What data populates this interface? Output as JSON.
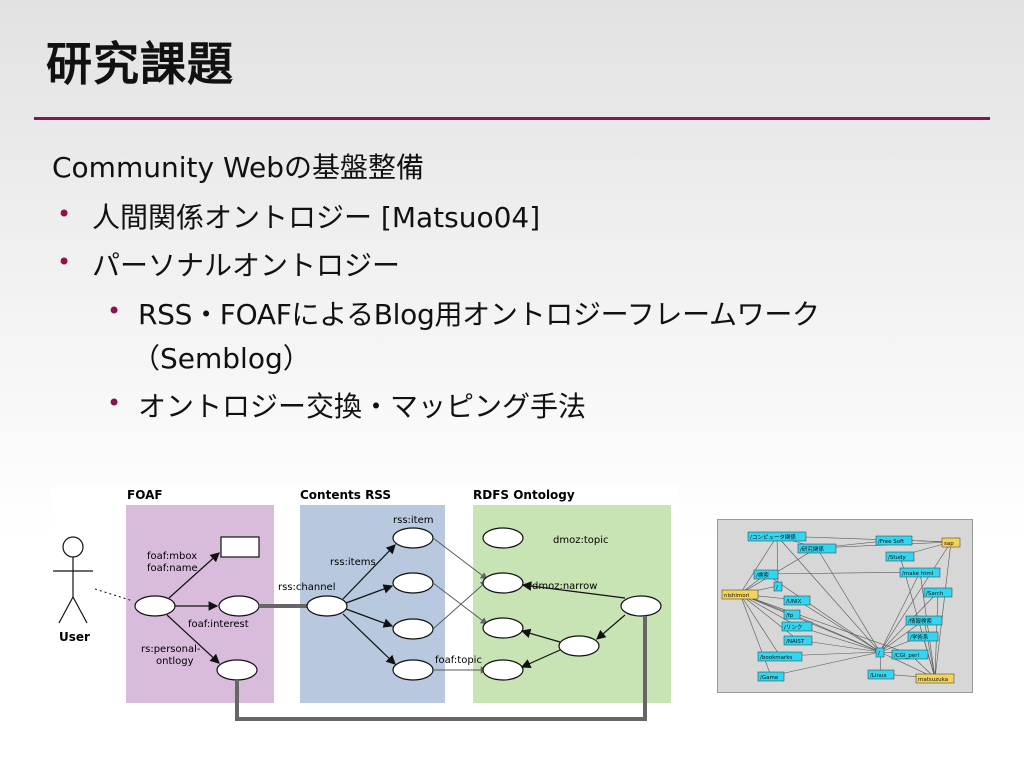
{
  "slide": {
    "title": "研究課題",
    "bullets": [
      {
        "text": "Community Webの基盤整備",
        "level": 0,
        "bullet": false
      },
      {
        "text": "人間関係オントロジー [Matsuo04]",
        "level": 1,
        "bullet": true
      },
      {
        "text": "パーソナルオントロジー",
        "level": 1,
        "bullet": true
      },
      {
        "text": "RSS・FOAFによるBlog用オントロジーフレームワーク",
        "level": 2,
        "bullet": true
      },
      {
        "text": "（Semblog）",
        "level": 2,
        "bullet": false,
        "continuation": true
      },
      {
        "text": "オントロジー交換・マッピング手法",
        "level": 2,
        "bullet": true
      }
    ]
  },
  "diagram": {
    "sections": [
      {
        "title": "FOAF",
        "color": "#d9bcdc"
      },
      {
        "title": "Contents RSS",
        "color": "#b8c8df"
      },
      {
        "title": "RDFS Ontology",
        "color": "#c9e4b4"
      }
    ],
    "labels": {
      "user": "User",
      "foaf_mbox": "foaf:mbox",
      "foaf_name": "foaf:name",
      "foaf_interest": "foaf:interest",
      "rs_personal": "rs:personal-",
      "rs_ontology": "ontlogy",
      "rss_item": "rss:item",
      "rss_items": "rss:items",
      "rss_channel": "rss:channel",
      "dmoz_topic": "dmoz:topic",
      "dmoz_narrow": "dmoz:narrow",
      "foaf_topic": "foaf:topic"
    }
  },
  "graph": {
    "nodes": [
      {
        "label": "/コンピュータ関係",
        "color": "#33d6f0"
      },
      {
        "label": "/研究関係",
        "color": "#33d6f0"
      },
      {
        "label": "/Free Soft",
        "color": "#33d6f0"
      },
      {
        "label": "sap",
        "color": "#f3d35b"
      },
      {
        "label": "/Study",
        "color": "#33d6f0"
      },
      {
        "label": "/検索",
        "color": "#33d6f0"
      },
      {
        "label": "/make html",
        "color": "#33d6f0"
      },
      {
        "label": "nishimori",
        "color": "#f3d35b"
      },
      {
        "label": "/",
        "color": "#33d6f0"
      },
      {
        "label": "/Sarch",
        "color": "#33d6f0"
      },
      {
        "label": "/UNIX",
        "color": "#33d6f0"
      },
      {
        "label": "/情報検索",
        "color": "#33d6f0"
      },
      {
        "label": "/fp",
        "color": "#33d6f0"
      },
      {
        "label": "/リンク",
        "color": "#33d6f0"
      },
      {
        "label": "/学術系",
        "color": "#33d6f0"
      },
      {
        "label": "/NAIST",
        "color": "#33d6f0"
      },
      {
        "label": "/CGI_perl",
        "color": "#33d6f0"
      },
      {
        "label": "/bookmarks",
        "color": "#33d6f0"
      },
      {
        "label": "/",
        "color": "#33d6f0"
      },
      {
        "label": "/Linux",
        "color": "#33d6f0"
      },
      {
        "label": "/Game",
        "color": "#33d6f0"
      },
      {
        "label": "matsuzuka",
        "color": "#f3d35b"
      }
    ]
  }
}
